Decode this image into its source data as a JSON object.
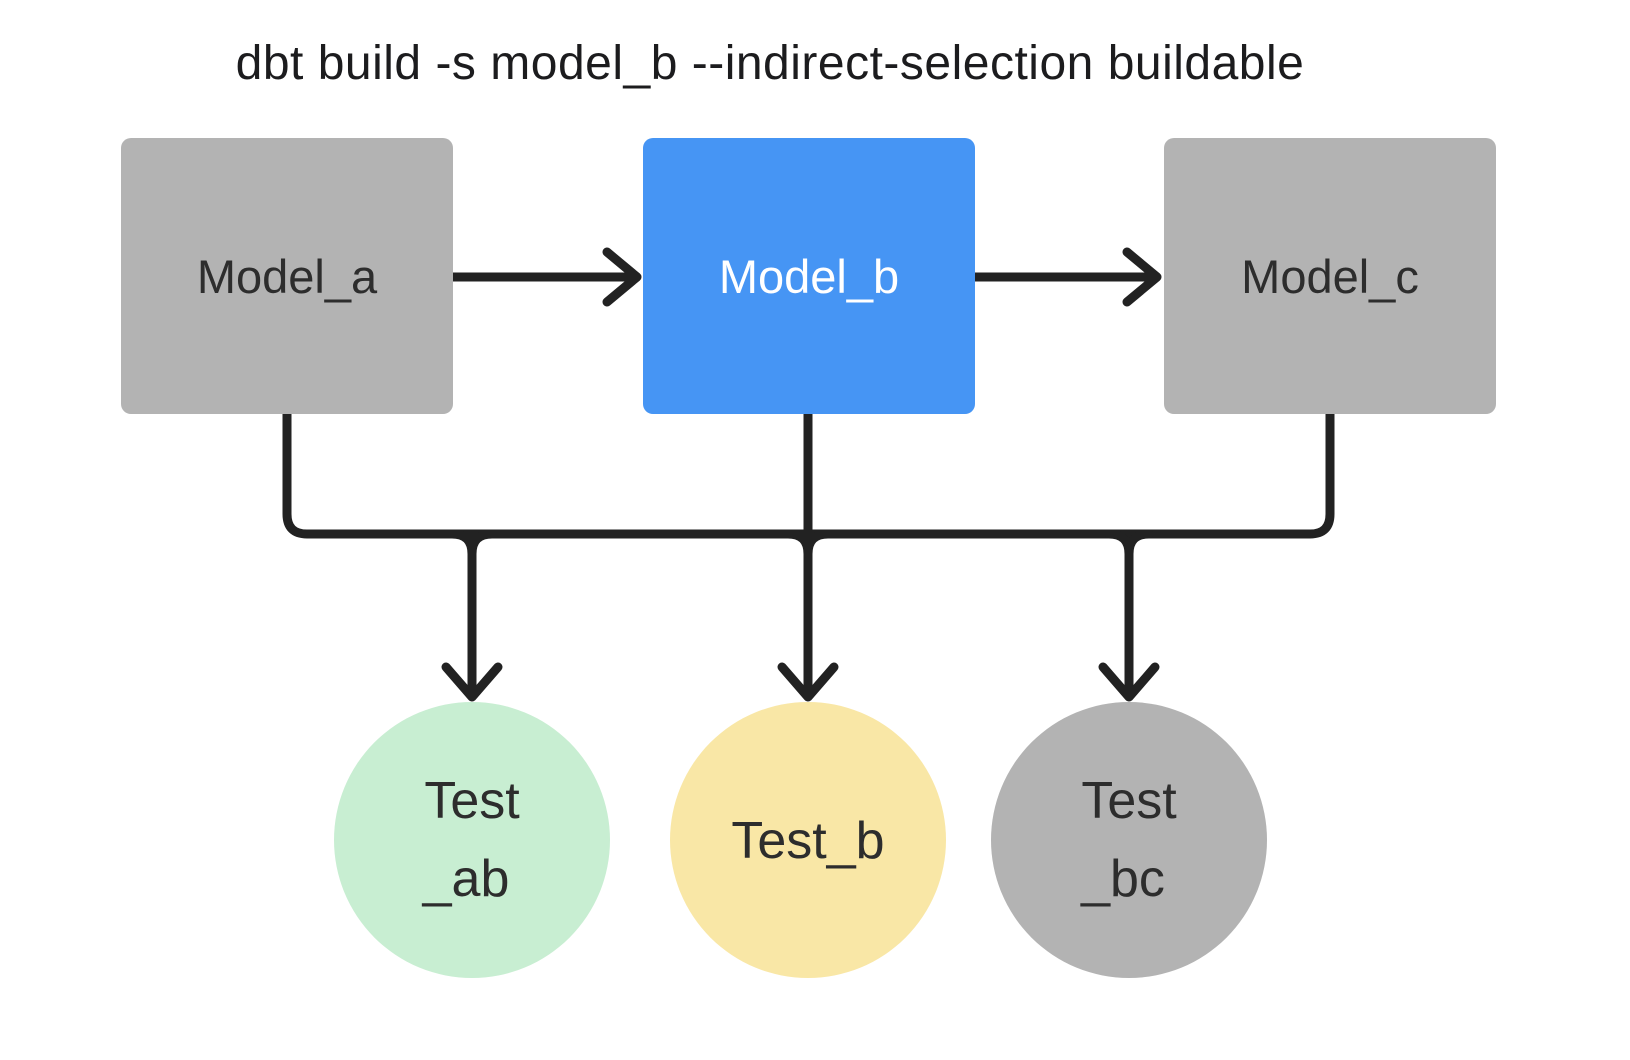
{
  "title": "dbt build -s model_b --indirect-selection buildable",
  "colors": {
    "edge": "#222222",
    "title_text": "#1c1c1e",
    "label_dark": "#2d2d2d",
    "label_light": "#ffffff",
    "model_unselected": "#b3b3b3",
    "model_selected": "#4695f4",
    "test_indirect_green": "#c8eed2",
    "test_direct_yellow": "#f9e7a6",
    "test_excluded_gray": "#b3b3b3"
  },
  "nodes": {
    "model_a": {
      "label": "Model_a"
    },
    "model_b": {
      "label": "Model_b"
    },
    "model_c": {
      "label": "Model_c"
    },
    "test_ab": {
      "line1": "Test",
      "line2": "_ab"
    },
    "test_b": {
      "label": "Test_b"
    },
    "test_bc": {
      "line1": "Test",
      "line2": "_bc"
    }
  }
}
